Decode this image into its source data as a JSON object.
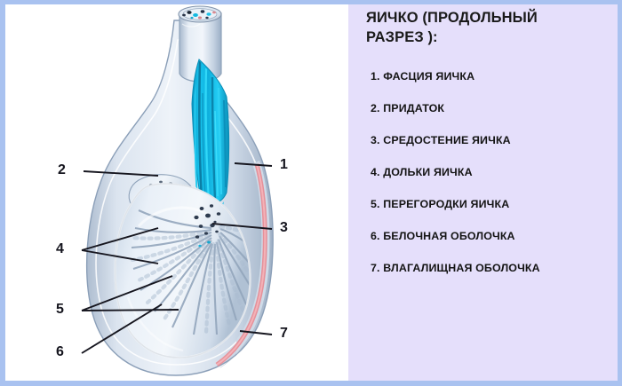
{
  "figure": {
    "title": "ЯИЧКО (ПРОДОЛЬНЫЙ РАЗРЕЗ ):",
    "title_line1": "ЯИЧКО (ПРОДОЛЬНЫЙ",
    "title_line2": "РАЗРЕЗ ):",
    "subject": "anatomical-diagram-testis-longitudinal-section",
    "language": "ru"
  },
  "legend": {
    "items": [
      {
        "number": "1.",
        "label": "ФАСЦИЯ ЯИЧКА",
        "text": "1. ФАСЦИЯ ЯИЧКА"
      },
      {
        "number": "2.",
        "label": "ПРИДАТОК",
        "text": "2. ПРИДАТОК"
      },
      {
        "number": "3.",
        "label": "СРЕДОСТЕНИЕ ЯИЧКА",
        "text": "3. СРЕДОСТЕНИЕ ЯИЧКА"
      },
      {
        "number": "4.",
        "label": "ДОЛЬКИ ЯИЧКА",
        "text": "4. ДОЛЬКИ ЯИЧКА"
      },
      {
        "number": "5.",
        "label": "ПЕРЕГОРОДКИ ЯИЧКА",
        "text": "5. ПЕРЕГОРОДКИ ЯИЧКА"
      },
      {
        "number": "6.",
        "label": "БЕЛОЧНАЯ ОБОЛОЧКА",
        "text": "6. БЕЛОЧНАЯ ОБОЛОЧКА"
      },
      {
        "number": "7.",
        "label": "ВЛАГАЛИЩНАЯ ОБОЛОЧКА",
        "text": "7. ВЛАГАЛИЩНАЯ ОБОЛОЧКА"
      }
    ]
  },
  "callouts": [
    {
      "id": "1",
      "label": "1",
      "side": "right",
      "target": "ФАСЦИЯ ЯИЧКА"
    },
    {
      "id": "2",
      "label": "2",
      "side": "left",
      "target": "ПРИДАТОК"
    },
    {
      "id": "3",
      "label": "3",
      "side": "right",
      "target": "СРЕДОСТЕНИЕ ЯИЧКА"
    },
    {
      "id": "4",
      "label": "4",
      "side": "left",
      "target": "ДОЛЬКИ ЯИЧКА"
    },
    {
      "id": "5",
      "label": "5",
      "side": "left",
      "target": "ПЕРЕГОРОДКИ ЯИЧКА"
    },
    {
      "id": "6",
      "label": "6",
      "side": "left",
      "target": "БЕЛОЧНАЯ ОБОЛОЧКА"
    },
    {
      "id": "7",
      "label": "7",
      "side": "right",
      "target": "ВЛАГАЛИЩНАЯ ОБОЛОЧКА"
    }
  ],
  "colors": {
    "panel_background": "#e5dffb",
    "page_border": "#a9c2f0",
    "illustration_background": "#ffffff",
    "epididymis_cyan": "#13c0e8",
    "epididymis_cyan_dark": "#0a88b4",
    "tissue_pale_blue": "#dde6f2",
    "tissue_mid_blue": "#b9c9dc",
    "tissue_shadow": "#8fa3bb",
    "tunica_pink": "#e8949a",
    "leader_line": "#16161f",
    "text": "#141414"
  }
}
